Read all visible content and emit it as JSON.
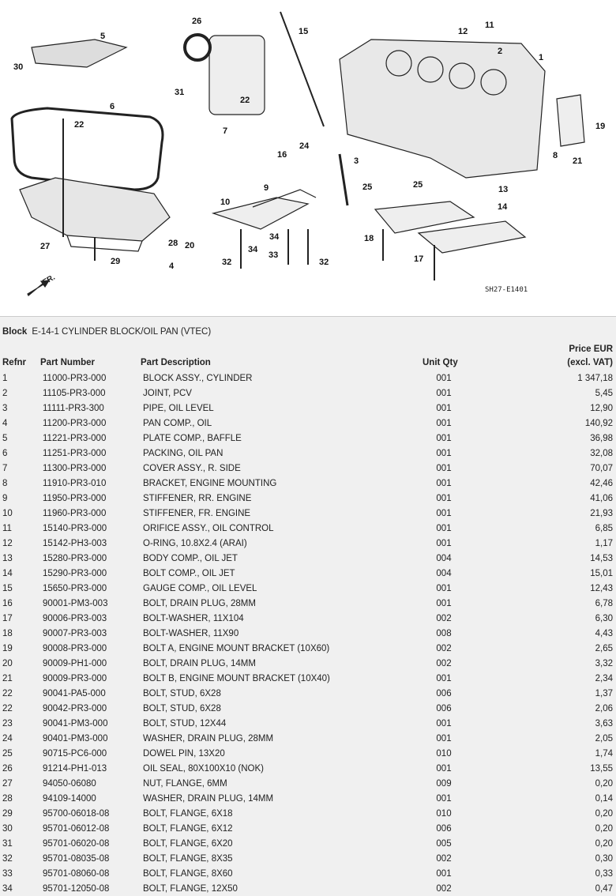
{
  "diagram": {
    "code": "SH27-E1401",
    "direction_label": "FR.",
    "callouts": [
      "5",
      "30",
      "26",
      "15",
      "11",
      "12",
      "2",
      "1",
      "31",
      "22",
      "7",
      "6",
      "22",
      "16",
      "24",
      "3",
      "19",
      "8",
      "21",
      "25",
      "25",
      "13",
      "14",
      "10",
      "9",
      "34",
      "34",
      "33",
      "32",
      "32",
      "18",
      "17",
      "28",
      "20",
      "27",
      "29",
      "4"
    ]
  },
  "block": {
    "label": "Block",
    "title": "E-14-1 CYLINDER BLOCK/OIL PAN (VTEC)"
  },
  "columns": {
    "refnr": "Refnr",
    "part_number": "Part Number",
    "description": "Part Description",
    "qty": "Unit Qty",
    "price_line1": "Price EUR",
    "price_line2": "(excl. VAT)"
  },
  "rows": [
    {
      "ref": "1",
      "pn": "11000-PR3-000",
      "desc": "BLOCK ASSY., CYLINDER",
      "qty": "001",
      "price": "1 347,18"
    },
    {
      "ref": "2",
      "pn": "11105-PR3-000",
      "desc": "JOINT, PCV",
      "qty": "001",
      "price": "5,45"
    },
    {
      "ref": "3",
      "pn": "11111-PR3-300",
      "desc": "PIPE, OIL LEVEL",
      "qty": "001",
      "price": "12,90"
    },
    {
      "ref": "4",
      "pn": "11200-PR3-000",
      "desc": "PAN COMP., OIL",
      "qty": "001",
      "price": "140,92"
    },
    {
      "ref": "5",
      "pn": "11221-PR3-000",
      "desc": "PLATE COMP., BAFFLE",
      "qty": "001",
      "price": "36,98"
    },
    {
      "ref": "6",
      "pn": "11251-PR3-000",
      "desc": "PACKING, OIL PAN",
      "qty": "001",
      "price": "32,08"
    },
    {
      "ref": "7",
      "pn": "11300-PR3-000",
      "desc": "COVER ASSY., R. SIDE",
      "qty": "001",
      "price": "70,07"
    },
    {
      "ref": "8",
      "pn": "11910-PR3-010",
      "desc": "BRACKET, ENGINE MOUNTING",
      "qty": "001",
      "price": "42,46"
    },
    {
      "ref": "9",
      "pn": "11950-PR3-000",
      "desc": "STIFFENER, RR. ENGINE",
      "qty": "001",
      "price": "41,06"
    },
    {
      "ref": "10",
      "pn": "11960-PR3-000",
      "desc": "STIFFENER, FR. ENGINE",
      "qty": "001",
      "price": "21,93"
    },
    {
      "ref": "11",
      "pn": "15140-PR3-000",
      "desc": "ORIFICE ASSY., OIL CONTROL",
      "qty": "001",
      "price": "6,85"
    },
    {
      "ref": "12",
      "pn": "15142-PH3-003",
      "desc": "O-RING, 10.8X2.4 (ARAI)",
      "qty": "001",
      "price": "1,17"
    },
    {
      "ref": "13",
      "pn": "15280-PR3-000",
      "desc": "BODY COMP., OIL JET",
      "qty": "004",
      "price": "14,53"
    },
    {
      "ref": "14",
      "pn": "15290-PR3-000",
      "desc": "BOLT COMP., OIL JET",
      "qty": "004",
      "price": "15,01"
    },
    {
      "ref": "15",
      "pn": "15650-PR3-000",
      "desc": "GAUGE COMP., OIL LEVEL",
      "qty": "001",
      "price": "12,43"
    },
    {
      "ref": "16",
      "pn": "90001-PM3-003",
      "desc": "BOLT, DRAIN PLUG, 28MM",
      "qty": "001",
      "price": "6,78"
    },
    {
      "ref": "17",
      "pn": "90006-PR3-003",
      "desc": "BOLT-WASHER, 11X104",
      "qty": "002",
      "price": "6,30"
    },
    {
      "ref": "18",
      "pn": "90007-PR3-003",
      "desc": "BOLT-WASHER, 11X90",
      "qty": "008",
      "price": "4,43"
    },
    {
      "ref": "19",
      "pn": "90008-PR3-000",
      "desc": "BOLT A, ENGINE MOUNT BRACKET (10X60)",
      "qty": "002",
      "price": "2,65"
    },
    {
      "ref": "20",
      "pn": "90009-PH1-000",
      "desc": "BOLT, DRAIN PLUG, 14MM",
      "qty": "002",
      "price": "3,32"
    },
    {
      "ref": "21",
      "pn": "90009-PR3-000",
      "desc": "BOLT B, ENGINE MOUNT BRACKET (10X40)",
      "qty": "001",
      "price": "2,34"
    },
    {
      "ref": "22",
      "pn": "90041-PA5-000",
      "desc": "BOLT, STUD, 6X28",
      "qty": "006",
      "price": "1,37"
    },
    {
      "ref": "22",
      "pn": "90042-PR3-000",
      "desc": "BOLT, STUD, 6X28",
      "qty": "006",
      "price": "2,06"
    },
    {
      "ref": "23",
      "pn": "90041-PM3-000",
      "desc": "BOLT, STUD, 12X44",
      "qty": "001",
      "price": "3,63"
    },
    {
      "ref": "24",
      "pn": "90401-PM3-000",
      "desc": "WASHER, DRAIN PLUG, 28MM",
      "qty": "001",
      "price": "2,05"
    },
    {
      "ref": "25",
      "pn": "90715-PC6-000",
      "desc": "DOWEL PIN, 13X20",
      "qty": "010",
      "price": "1,74"
    },
    {
      "ref": "26",
      "pn": "91214-PH1-013",
      "desc": "OIL SEAL, 80X100X10 (NOK)",
      "qty": "001",
      "price": "13,55"
    },
    {
      "ref": "27",
      "pn": "94050-06080",
      "desc": "NUT, FLANGE, 6MM",
      "qty": "009",
      "price": "0,20"
    },
    {
      "ref": "28",
      "pn": "94109-14000",
      "desc": "WASHER, DRAIN PLUG, 14MM",
      "qty": "001",
      "price": "0,14"
    },
    {
      "ref": "29",
      "pn": "95700-06018-08",
      "desc": "BOLT, FLANGE, 6X18",
      "qty": "010",
      "price": "0,20"
    },
    {
      "ref": "30",
      "pn": "95701-06012-08",
      "desc": "BOLT, FLANGE, 6X12",
      "qty": "006",
      "price": "0,20"
    },
    {
      "ref": "31",
      "pn": "95701-06020-08",
      "desc": "BOLT, FLANGE, 6X20",
      "qty": "005",
      "price": "0,20"
    },
    {
      "ref": "32",
      "pn": "95701-08035-08",
      "desc": "BOLT, FLANGE, 8X35",
      "qty": "002",
      "price": "0,30"
    },
    {
      "ref": "33",
      "pn": "95701-08060-08",
      "desc": "BOLT, FLANGE, 8X60",
      "qty": "001",
      "price": "0,33"
    },
    {
      "ref": "34",
      "pn": "95701-12050-08",
      "desc": "BOLT, FLANGE, 12X50",
      "qty": "002",
      "price": "0,47"
    }
  ]
}
